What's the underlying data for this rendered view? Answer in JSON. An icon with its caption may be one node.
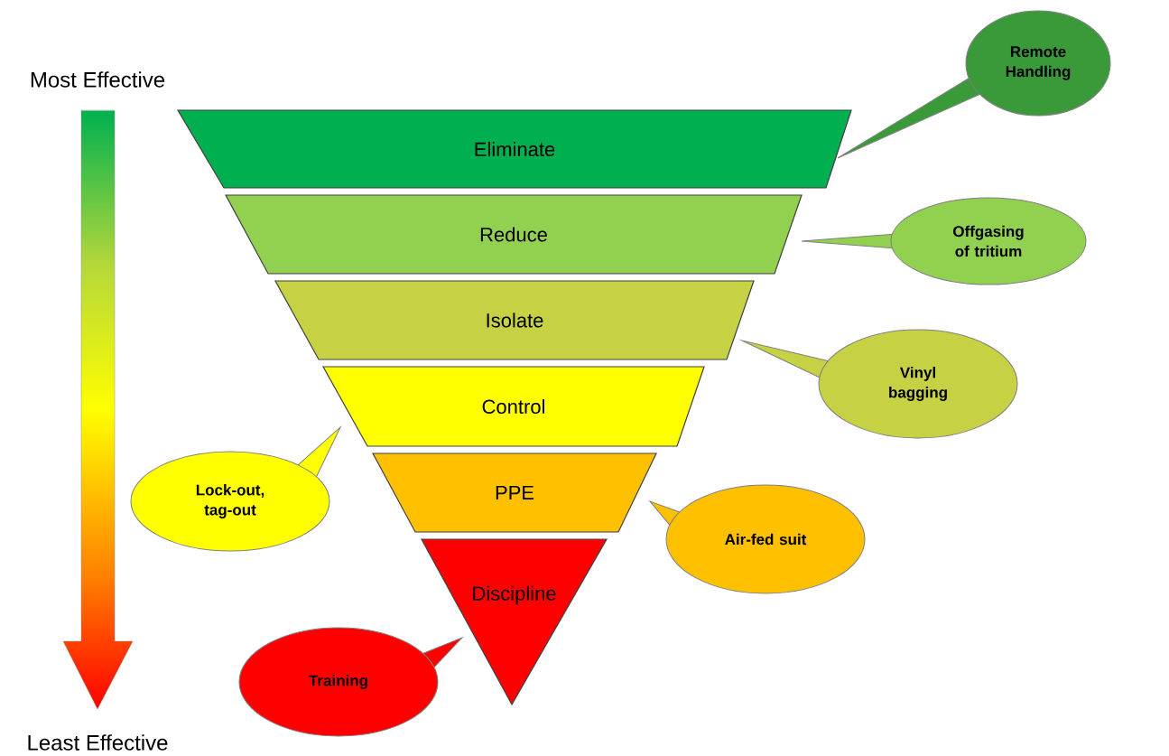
{
  "diagram": {
    "nodes": [
      {
        "text": [
          "Eliminate"
        ]
      },
      {
        "text": [
          "Reduce"
        ]
      },
      {
        "text": [
          "Isolate"
        ]
      },
      {
        "text": [
          "Control"
        ]
      },
      {
        "text": [
          "PPE"
        ]
      },
      {
        "text": [
          "Discipline"
        ]
      },
      {
        "text": [
          "Remote Handling"
        ]
      },
      {
        "text": [
          "Offgasing of tritium"
        ]
      },
      {
        "text": [
          "Vinyl bagging"
        ]
      },
      {
        "text": [
          "Lock-out, tag-out"
        ]
      },
      {
        "text": [
          "Air-fed suit"
        ]
      },
      {
        "text": [
          "Training"
        ]
      }
    ],
    "labels": [
      "Most Effective",
      "Least Effective"
    ]
  }
}
